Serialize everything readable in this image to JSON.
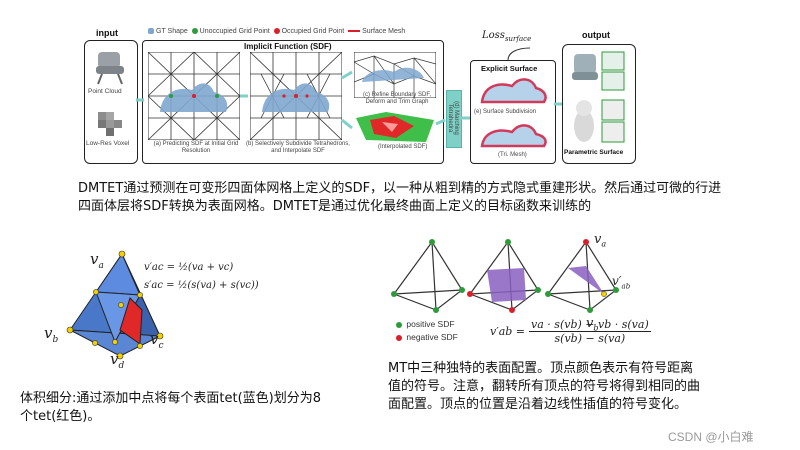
{
  "pipeline": {
    "input_title": "input",
    "input_items": [
      "Point Cloud",
      "Low-Res Voxel"
    ],
    "legend": [
      "GT Shape",
      "Unoccupied Grid Point",
      "Occupied Grid Point",
      "Surface Mesh"
    ],
    "implicit_title": "Implicit Function (SDF)",
    "step_a": "(a) Predicting SDF at Initial Grid Resolution",
    "step_b": "(b) Selectively Subdivide Tetrahedrons, and Interpolate SDF",
    "step_c": "(c) Refine Boundary SDF, Deform and Trim Graph",
    "interpolated": "(Interpolated SDF)",
    "marching": "(d) Marching Tetrahedra",
    "loss": "Loss",
    "loss_sub": "surface",
    "explicit_title": "Explicit Surface",
    "step_e": "(e) Surface Subdivision",
    "tri_mesh": "(Tri. Mesh)",
    "output_title": "output",
    "output_caption": "Parametric Surface"
  },
  "caption_main": "DMTET通过预测在可变形四面体网格上定义的SDF，以一种从粗到精的方式隐式重建形状。然后通过可微的行进四面体层将SDF转换为表面网格。DMTET是通过优化最终曲面上定义的目标函数来训练的",
  "tet": {
    "va": "v",
    "va_sub": "a",
    "vb": "v",
    "vb_sub": "b",
    "vc": "v",
    "vc_sub": "c",
    "vd": "v",
    "vd_sub": "d",
    "eq1": "v′ac = ½(va + vc)",
    "eq2": "s′ac = ½(s(va) + s(vc))",
    "caption": "体积细分:通过添加中点将每个表面tet(蓝色)划分为8个tet(红色)。"
  },
  "mt": {
    "va": "v",
    "va_sub": "a",
    "vab_prime": "v′",
    "vab_sub": "ab",
    "vb": "v",
    "vb_sub": "b",
    "positive": "positive SDF",
    "negative": "negative SDF",
    "eq_lhs": "v′ab = ",
    "eq_num": "va · s(vb) − vb · s(va)",
    "eq_den": "s(vb) − s(va)",
    "caption": "MT中三种独特的表面配置。顶点颜色表示有符号距离值的符号。注意，翻转所有顶点的符号将得到相同的曲面配置。顶点的位置是沿着边线性插值的符号变化。"
  },
  "watermark": "CSDN @小白难",
  "colors": {
    "positive": "#2e9b3a",
    "negative": "#d9202a",
    "gt_shape": "#7fa7cf",
    "surface": "#d23a5b",
    "blue_tet": "#4a78c9",
    "red_tet": "#e02828",
    "purple": "#8a5fc0"
  }
}
